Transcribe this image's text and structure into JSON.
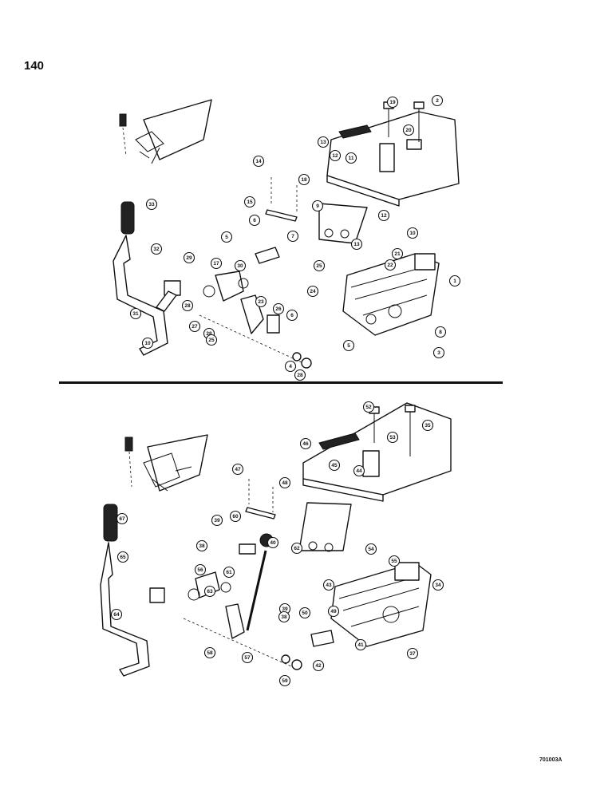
{
  "page": {
    "number": "140",
    "code": "701003A"
  },
  "top_diagram": {
    "callouts": [
      "19",
      "2",
      "20",
      "13",
      "12",
      "11",
      "14",
      "18",
      "15",
      "9",
      "10",
      "12",
      "13",
      "21",
      "22",
      "1",
      "6",
      "5",
      "7",
      "17",
      "30",
      "29",
      "33",
      "32",
      "31",
      "26",
      "28",
      "27",
      "28",
      "25",
      "23",
      "24",
      "6",
      "5",
      "8",
      "3",
      "4",
      "28",
      "25",
      "10"
    ]
  },
  "bottom_diagram": {
    "callouts": [
      "52",
      "35",
      "53",
      "46",
      "45",
      "44",
      "47",
      "48",
      "60",
      "55",
      "39",
      "38",
      "40",
      "62",
      "43",
      "54",
      "63",
      "56",
      "61",
      "67",
      "65",
      "64",
      "57",
      "49",
      "50",
      "58",
      "39",
      "38",
      "37",
      "41",
      "59",
      "34",
      "42"
    ]
  }
}
